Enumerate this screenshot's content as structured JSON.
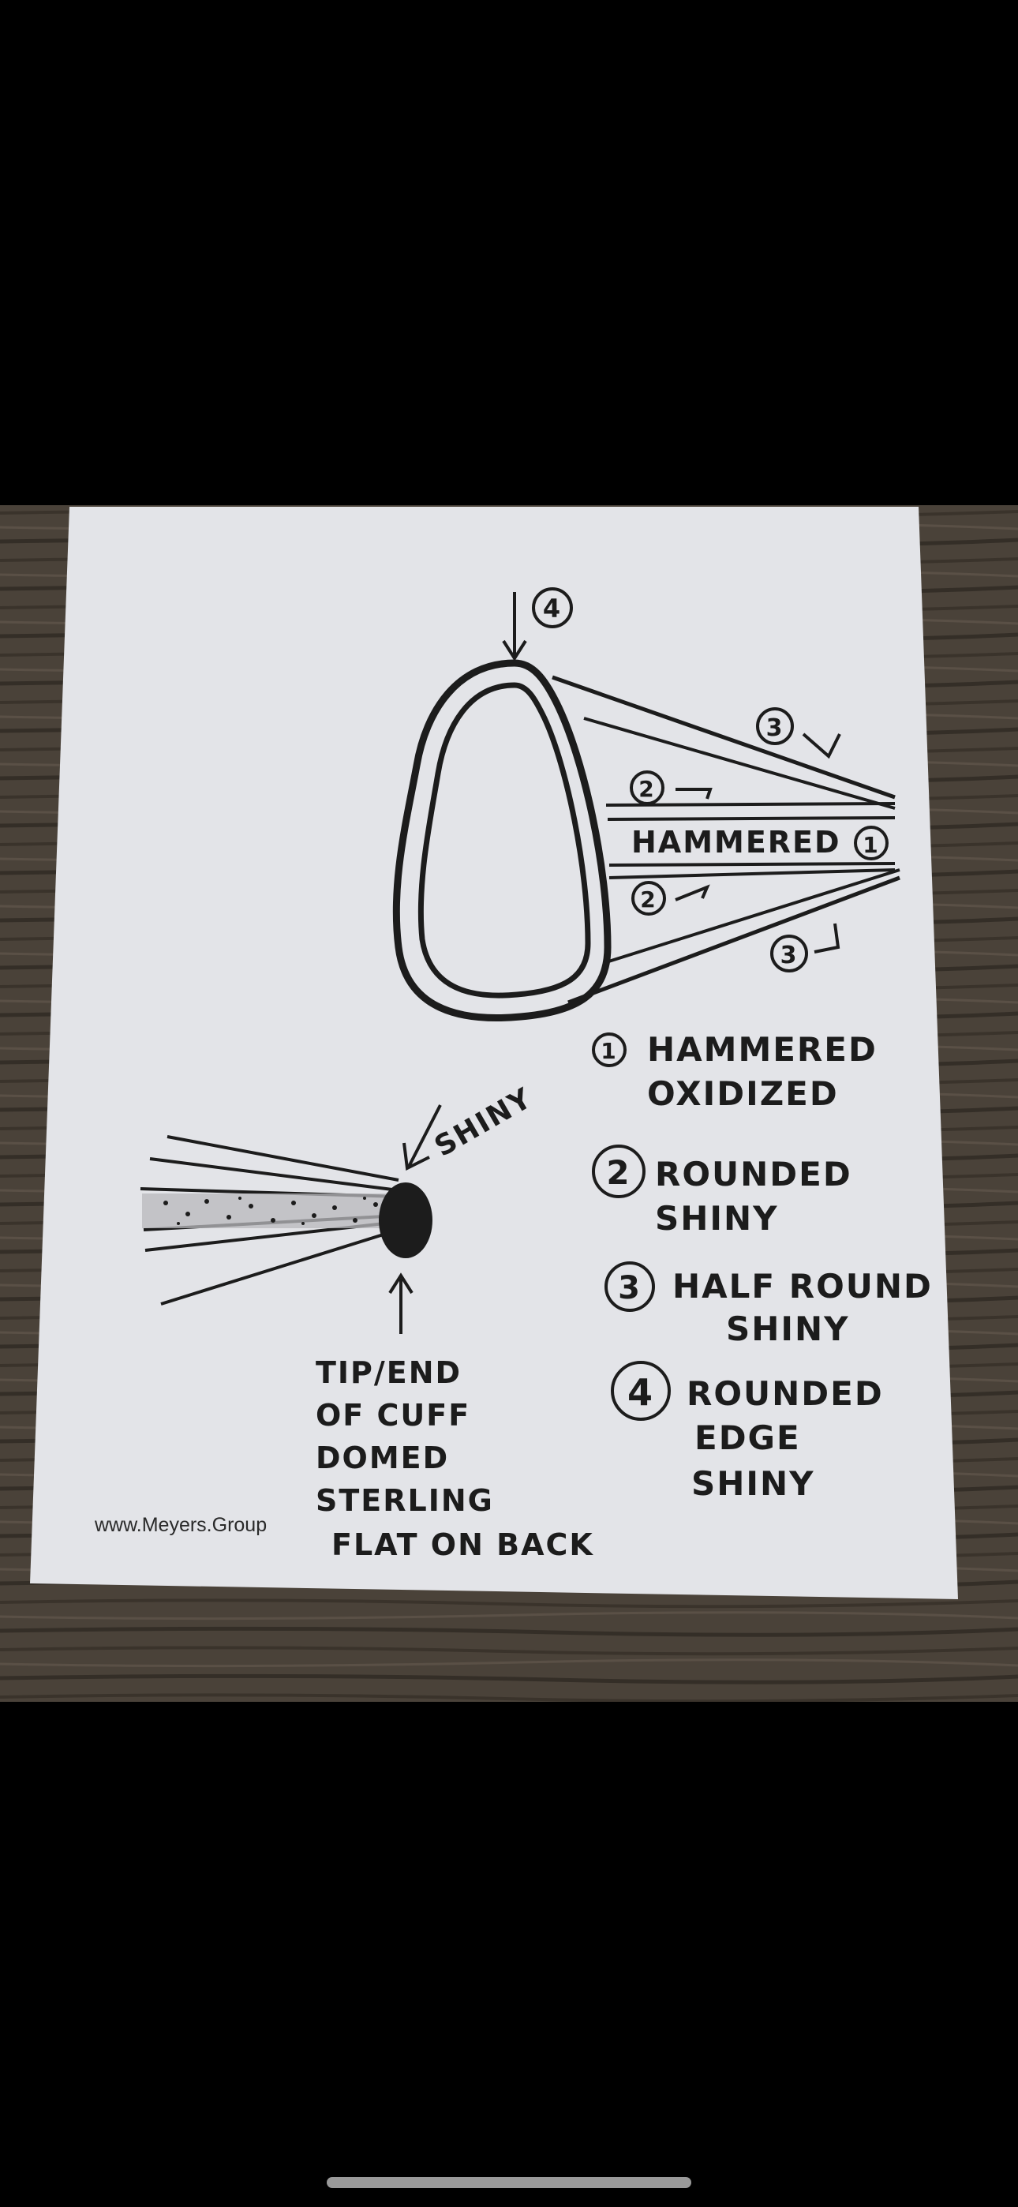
{
  "photo": {
    "colors": {
      "background": "#000000",
      "wood": "#4a4239",
      "paper": "#e3e4e8",
      "ink": "#1c1c1c"
    },
    "sketch": {
      "callout_top": "4",
      "callout_upper_right": "3",
      "callout_upper_mid": "2",
      "band_label": "HAMMERED",
      "band_number": "1",
      "callout_lower_mid": "2",
      "callout_lower_right": "3",
      "shiny_label": "SHINY",
      "tip_note": [
        "TIP/END",
        "OF CUFF",
        "DOMED",
        "STERLING",
        "FLAT ON BACK"
      ],
      "watermark": "www.Meyers.Group",
      "legend": [
        {
          "number": "1",
          "lines": [
            "HAMMERED",
            "OXIDIZED"
          ]
        },
        {
          "number": "2",
          "lines": [
            "ROUNDED",
            "SHINY"
          ]
        },
        {
          "number": "3",
          "lines": [
            "HALF ROUND",
            "SHINY"
          ]
        },
        {
          "number": "4",
          "lines": [
            "ROUNDED",
            "EDGE",
            "SHINY"
          ]
        }
      ]
    }
  },
  "system": {
    "home_indicator": "home-indicator"
  }
}
